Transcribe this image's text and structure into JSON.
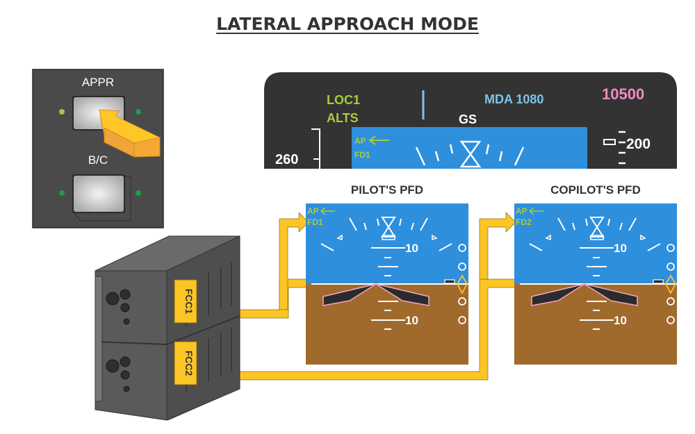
{
  "title": "LATERAL APPROACH MODE",
  "control_panel": {
    "appr_label": "APPR",
    "bc_label": "B/C",
    "annunciator_colors": {
      "appr_left": "#9ccc3c",
      "appr_right": "#1a9e4a",
      "bc_left": "#1a9e4a",
      "bc_right": "#1a9e4a"
    }
  },
  "fmas": {
    "lateral_active": "LOC1",
    "lateral_armed": "ALTS",
    "vertical_armed": "GS",
    "minimums": "MDA 1080",
    "altitude_preselect": "10500",
    "airspeed": "260",
    "altitude": "200",
    "ap_label": "AP",
    "fd_label": "FD1"
  },
  "computers": {
    "fcc1": "FCC1",
    "fcc2": "FCC2"
  },
  "pilot_pfd": {
    "heading": "PILOT'S PFD",
    "ap_label": "AP",
    "fd_label": "FD1",
    "pitch_up": "10",
    "pitch_down": "10"
  },
  "copilot_pfd": {
    "heading": "COPILOT'S PFD",
    "ap_label": "AP",
    "fd_label": "FD2",
    "pitch_up": "10",
    "pitch_down": "10"
  },
  "colors": {
    "sky": "#2e8fdc",
    "ground": "#a06a2c",
    "fma_green": "#a9cc3c",
    "fma_cyan": "#7cc4e8",
    "fma_magenta": "#f08cc0",
    "arrow": "#fcc526",
    "panel": "#4a4a4a"
  }
}
